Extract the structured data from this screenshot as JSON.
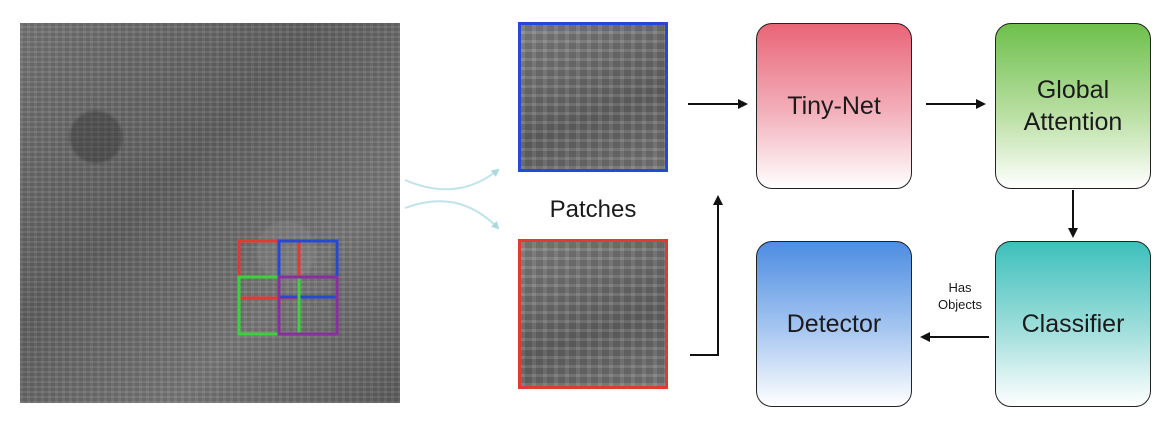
{
  "patches_label": "Patches",
  "boxes": {
    "tiny_net": "Tiny-Net",
    "global_attention": "Global Attention",
    "classifier": "Classifier",
    "detector": "Detector"
  },
  "edge_label": "Has Objects",
  "colors": {
    "patch_blue": "#2747d6",
    "patch_red": "#e23a32",
    "patch_green": "#3ad33a",
    "patch_purple": "#8a2fa0",
    "tiny_net": "#e96577",
    "global_attention": "#6ec04c",
    "classifier": "#3dc0bb",
    "detector": "#4d8de2"
  }
}
